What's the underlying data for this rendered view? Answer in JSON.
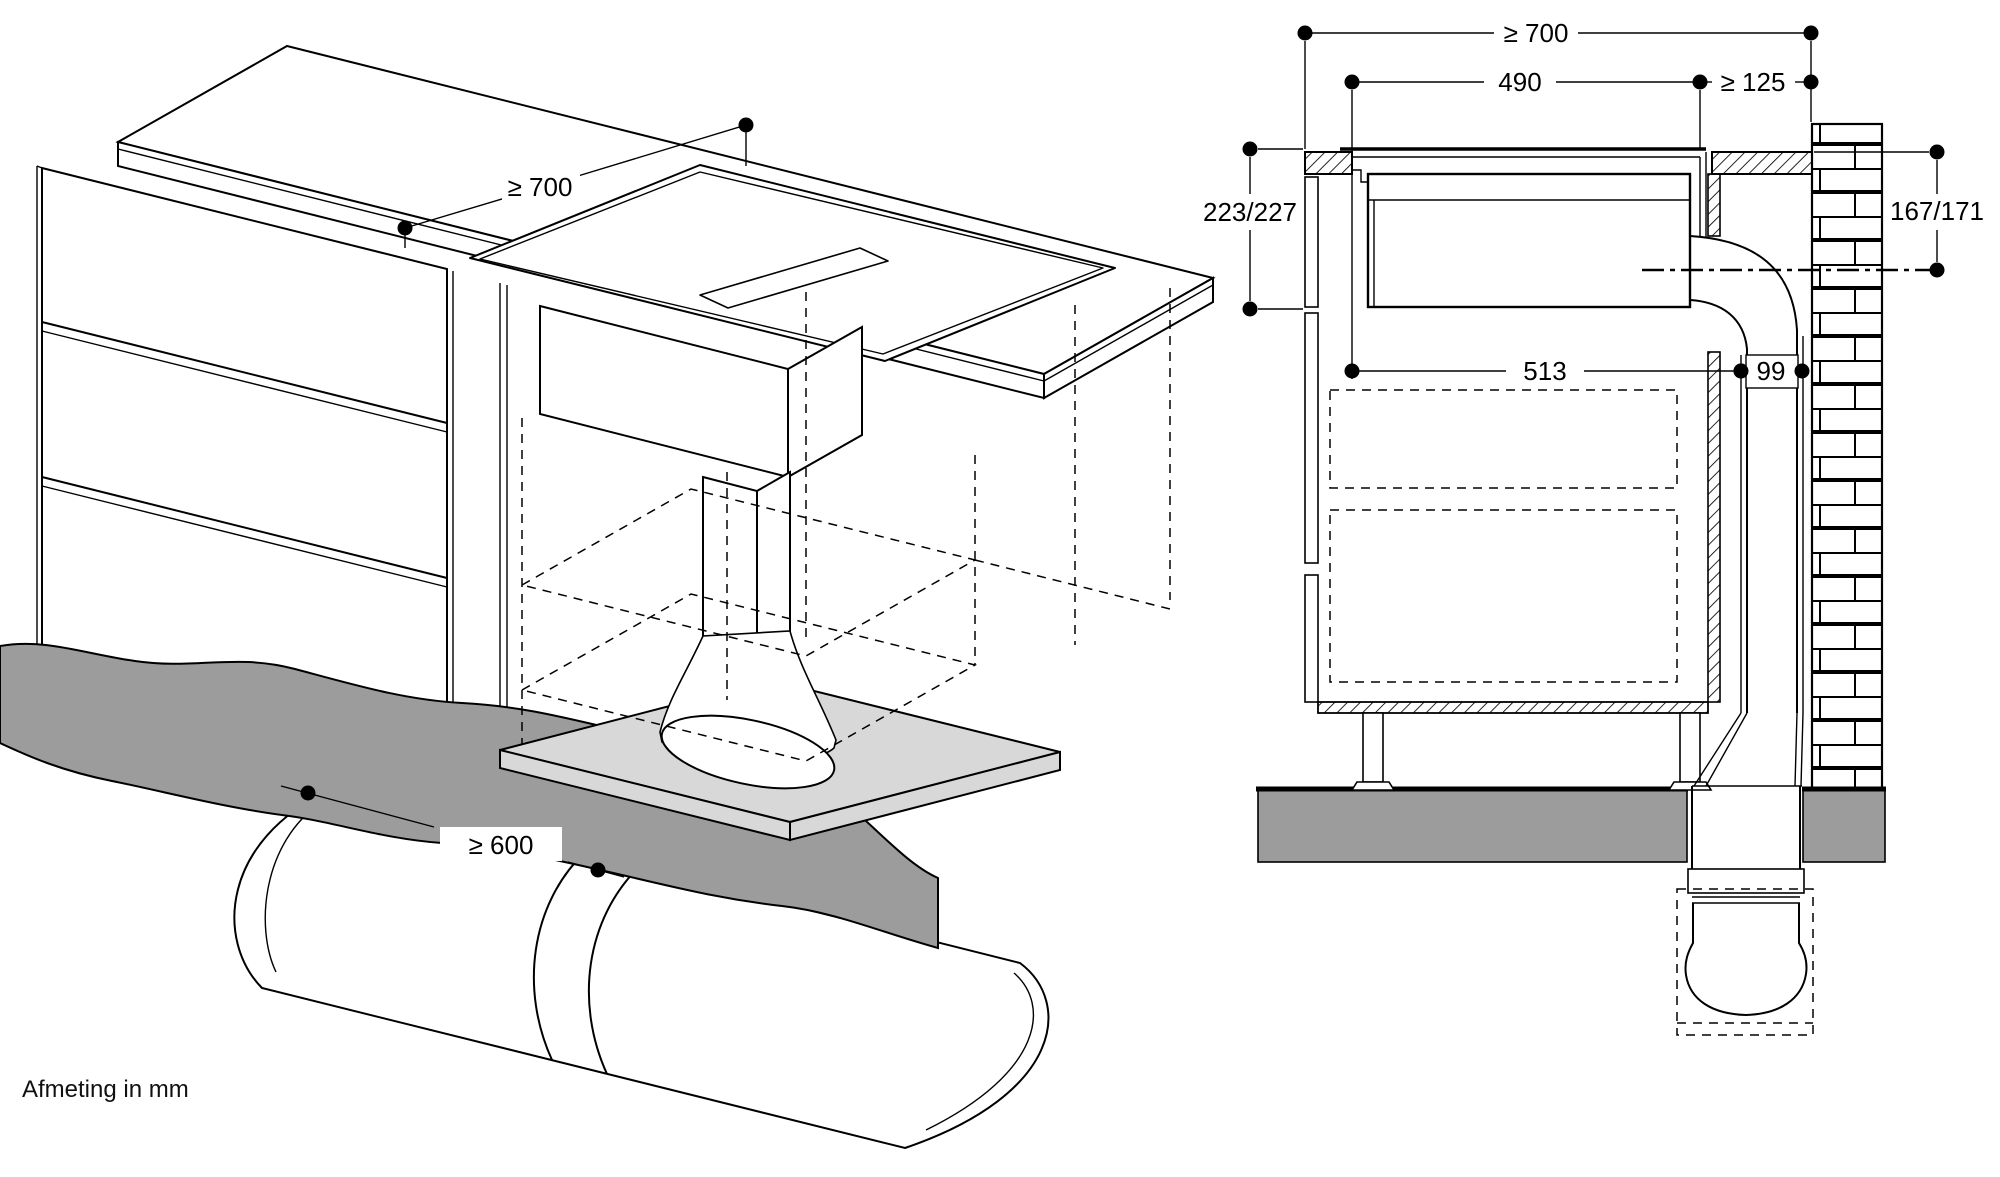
{
  "page": {
    "footer_note": "Afmeting in mm"
  },
  "colors": {
    "line": "#000000",
    "floor_fill": "#9c9c9c",
    "base_plate_fill": "#d8d8d8",
    "paper": "#ffffff"
  },
  "isometric_view": {
    "description": "isometric view of hob with downdraft duct in base cabinet",
    "dimensions": {
      "worktop_depth": {
        "label": "≥ 700"
      },
      "duct_run": {
        "label": "≥ 600"
      }
    }
  },
  "section_view": {
    "description": "cross section of hob, cabinet, wall duct",
    "dimensions": {
      "worktop_depth": {
        "label": "≥ 700"
      },
      "cutout_width": {
        "label": "490"
      },
      "rear_clearance": {
        "label": "≥ 125"
      },
      "appliance_height": {
        "label": "223/227"
      },
      "outlet_offset": {
        "label": "167/171"
      },
      "appliance_depth": {
        "label": "513"
      },
      "duct_width": {
        "label": "99"
      }
    }
  }
}
